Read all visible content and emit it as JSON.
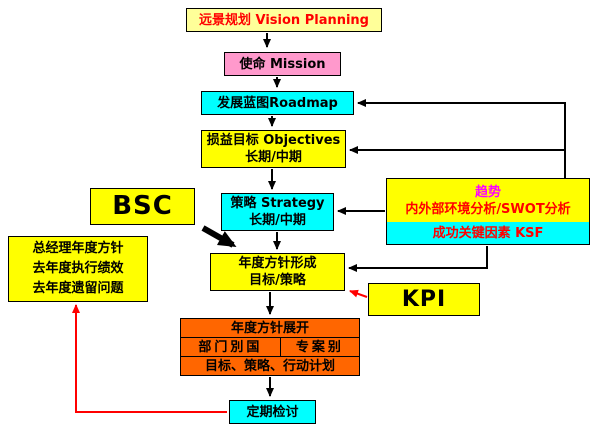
{
  "diagram": {
    "vision": {
      "label": "远景规划 Vision Planning"
    },
    "mission": {
      "label": "使命 Mission"
    },
    "roadmap": {
      "label": "发展蓝图Roadmap"
    },
    "objectives": {
      "line1": "损益目标 Objectives",
      "line2": "长期/中期"
    },
    "strategy": {
      "line1": "策略 Strategy",
      "line2": "长期/中期"
    },
    "bsc": {
      "label": "BSC"
    },
    "analysis": {
      "line1": "趋势",
      "line2": "内外部环境分析/SWOT分析",
      "line3": "成功关键因素 KSF"
    },
    "inputs": {
      "line1": "总经理年度方针",
      "line2": "去年度执行绩效",
      "line3": "去年度遗留问题"
    },
    "policy_formation": {
      "line1": "年度方针形成",
      "line2": "目标/策略"
    },
    "kpi": {
      "label": "KPI"
    },
    "deployment": {
      "title": "年度方针展开",
      "col1": "部门別国",
      "col2": "专案别",
      "bottom": "目标、策略、行动计划"
    },
    "review": {
      "label": "定期检讨"
    }
  },
  "colors": {
    "pale_yellow": "#FFFF99",
    "yellow": "#FFFF00",
    "pink": "#FF99CC",
    "cyan": "#00FFFF",
    "orange": "#FF6600",
    "red_text": "#FF0000",
    "magenta_text": "#FF00FF",
    "black": "#000000"
  }
}
